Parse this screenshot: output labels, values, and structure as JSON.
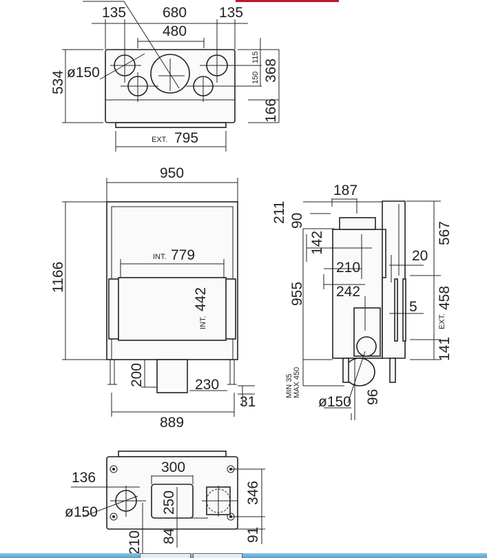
{
  "top_view": {
    "d_left": "135",
    "d_center": "680",
    "d_right": "135",
    "d_inner": "480",
    "d_depth": "534",
    "d_flue": "ø150",
    "d_115": "115",
    "d_150": "150",
    "d_368": "368",
    "d_166": "166",
    "ext_label": "EXT.",
    "d_ext": "795"
  },
  "front_view": {
    "d_width": "950",
    "d_height": "1166",
    "int_label": "INT.",
    "d_int_w": "779",
    "d_int_h": "442",
    "d_200": "200",
    "d_230": "230",
    "d_31": "31",
    "d_889": "889"
  },
  "side_view": {
    "d_187": "187",
    "d_211": "211",
    "d_90": "90",
    "d_142": "142",
    "d_210": "210",
    "d_955": "955",
    "d_242": "242",
    "d_20": "20",
    "d_567": "567",
    "d_5": "5",
    "d_458": "458",
    "ext_label": "EXT.",
    "d_141": "141",
    "d_96": "96",
    "d_flue": "ø150",
    "min_label": "MIN 35",
    "max_label": "MAX 450"
  },
  "bottom_view": {
    "d_136": "136",
    "d_flue": "ø150",
    "d_300": "300",
    "d_250": "250",
    "d_346": "346",
    "d_91": "91",
    "d_210": "210",
    "d_84": "84"
  },
  "colors": {
    "accent": "#c0152a",
    "taskbar": "#5aa2cf"
  }
}
